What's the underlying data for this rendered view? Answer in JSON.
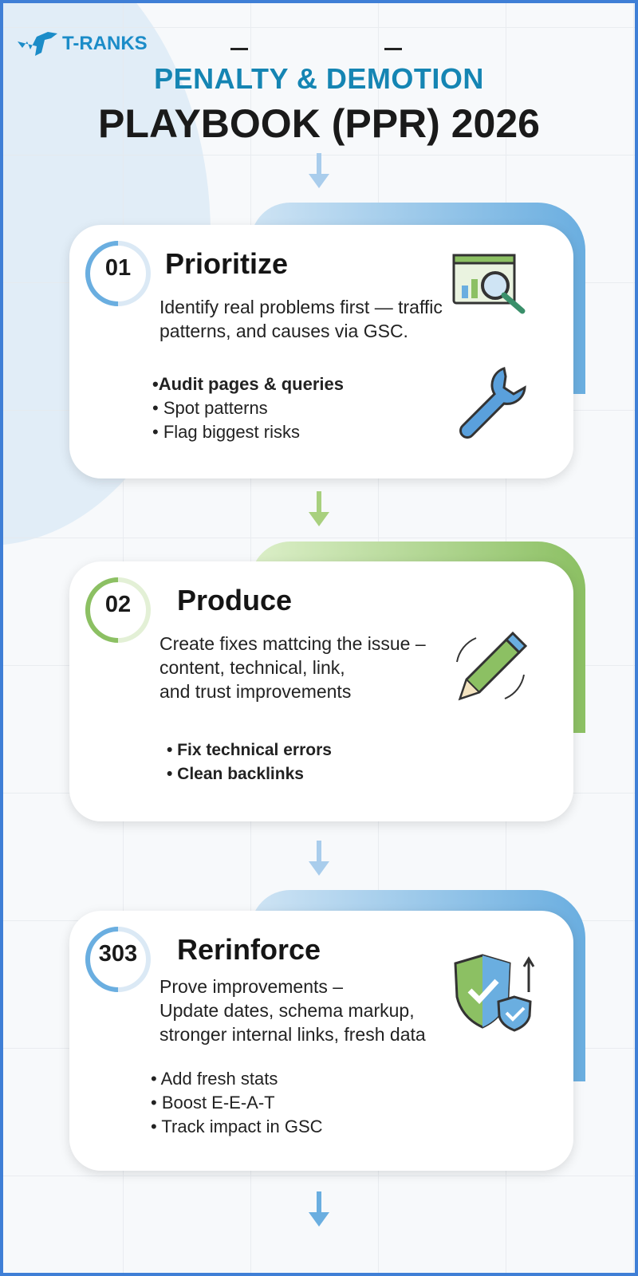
{
  "brand": {
    "logo_text": "T-RANKS"
  },
  "header": {
    "line1": "PENALTY & DEMOTION",
    "line2": "PLAYBOOK (PPR) 2026"
  },
  "colors": {
    "border": "#3f7fd6",
    "blue": "#6aaee0",
    "green": "#8cc063",
    "title_blue": "#1585b3"
  },
  "steps": [
    {
      "number": "01",
      "title": "Prioritize",
      "description": [
        "Identify real problems first — traffic",
        "patterns, and causes via GSC."
      ],
      "bullets": [
        "•Audit pages & queries",
        "• Spot patterns",
        "• Flag biggest risks"
      ],
      "icons": [
        "analytics-magnifier-icon",
        "wrench-icon"
      ]
    },
    {
      "number": "02",
      "title": "Produce",
      "description": [
        "Create fixes mattcing the issue –",
        "content, technical, link,",
        "and trust improvements"
      ],
      "bullets": [
        "•  Fix technical errors",
        "•  Clean backlinks"
      ],
      "icons": [
        "pencil-icon"
      ]
    },
    {
      "number": "303",
      "title": "Rerinforce",
      "description": [
        "Prove improvements –",
        "Update dates, schema markup,",
        "stronger internal links, fresh data"
      ],
      "bullets": [
        "• Add fresh stats",
        "• Boost E-E-A-T",
        "• Track impact in GSC"
      ],
      "icons": [
        "shield-check-icon"
      ]
    }
  ]
}
